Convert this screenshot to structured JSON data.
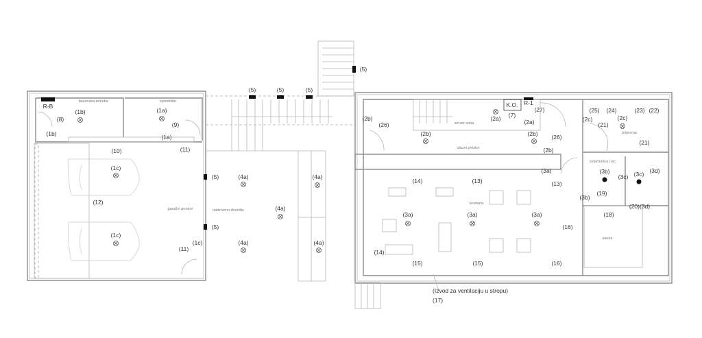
{
  "rooms": {
    "pool_tech": "bazenska tehnika",
    "storage": "spremište",
    "garage": "garažni prostor",
    "covered_yard": "natkriveno dvorište",
    "server": "server soba",
    "entrance": "ulazni prostor",
    "gym": "teretana",
    "prep": "priprema",
    "changing": "svlačionica i wc",
    "sauna": "sauna"
  },
  "panels": {
    "rb": "R-B",
    "r1": "R-1",
    "ko": "K.O."
  },
  "labels": {
    "l1b_a": "(1b)",
    "l8": "(8)",
    "l1b_b": "(1b)",
    "l1a_a": "(1a)",
    "l9": "(9)",
    "l1a_b": "(1a)",
    "l10": "(10)",
    "l11_a": "(11)",
    "l1c_a": "(1c)",
    "l12": "(12)",
    "l1c_b": "(1c)",
    "l1c_c": "(1c)",
    "l11_b": "(11)",
    "l5_a": "(5)",
    "l5_b": "(5)",
    "l5_c": "(5)",
    "l5_d": "(5)",
    "l5_e": "(5)",
    "l5_f": "(5)",
    "l4a_a": "(4a)",
    "l4a_b": "(4a)",
    "l4a_c": "(4a)",
    "l4a_d": "(4a)",
    "l4a_e": "(4a)",
    "l7": "(7)",
    "l27": "(27)",
    "l2a_a": "(2a)",
    "l2a_b": "(2a)",
    "l2b_a": "(2b)",
    "l26_a": "(26)",
    "l2b_b": "(2b)",
    "l2b_c": "(2b)",
    "l26_b": "(26)",
    "l2b_d": "(2b)",
    "l3a_a": "(3a)",
    "l13_a": "(13)",
    "l14_a": "(14)",
    "l13_b": "(13)",
    "l2c_a": "(2c)",
    "l21_a": "(21)",
    "l25": "(25)",
    "l24": "(24)",
    "l23": "(23)",
    "l22": "(22)",
    "l2c_b": "(2c)",
    "l21_b": "(21)",
    "l3b_a": "(3b)",
    "l3c_a": "(3c)",
    "l3c_b": "(3c)",
    "l3d": "(3d)",
    "l19": "(19)",
    "l3b_b": "(3b)",
    "l18": "(18)",
    "l20_3d": "(20)(3d)",
    "l3a_b": "(3a)",
    "l3a_c": "(3a)",
    "l3a_d": "(3a)",
    "l16_a": "(16)",
    "l14_b": "(14)",
    "l15_a": "(15)",
    "l15_b": "(15)",
    "l16_b": "(16)"
  },
  "note": {
    "text": "(Izvod za ventilaciju u stropu)",
    "ref": "(17)"
  }
}
